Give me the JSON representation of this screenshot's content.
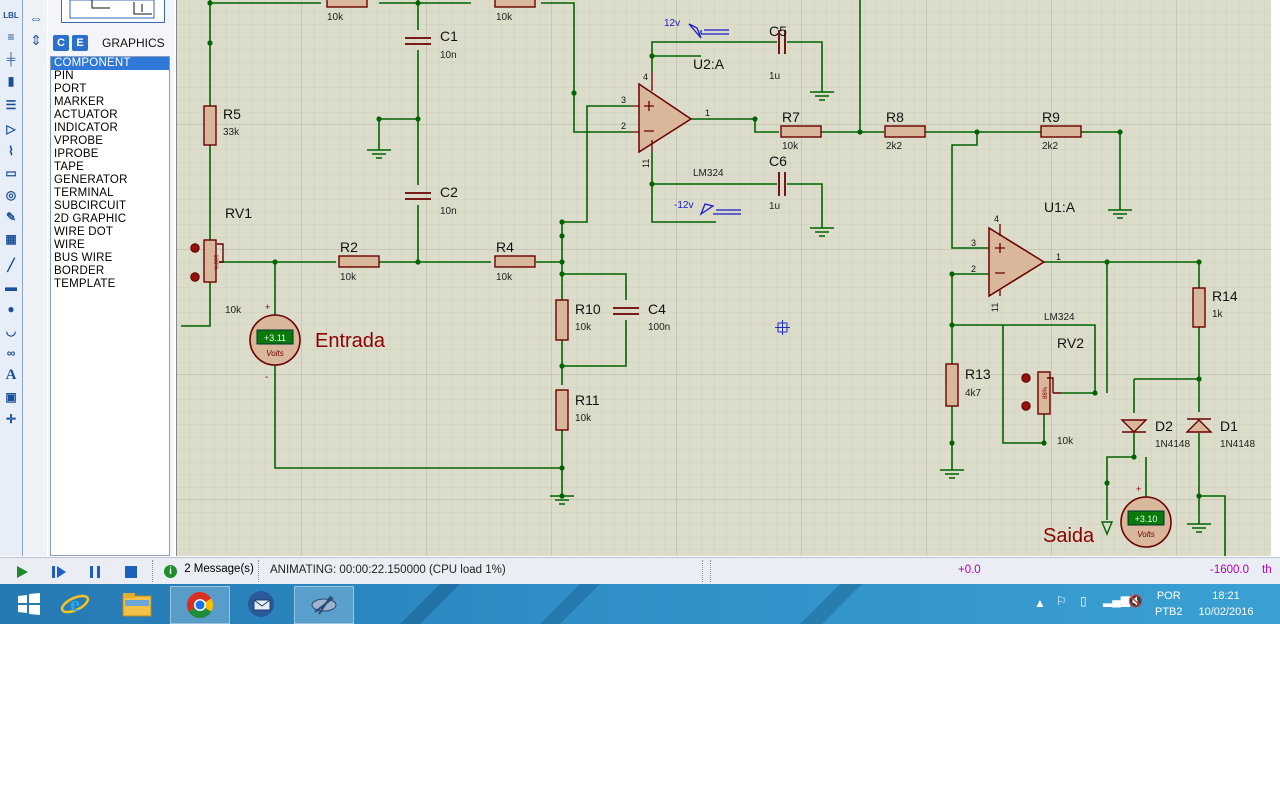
{
  "left_panel": {
    "tab_c": "C",
    "tab_e": "E",
    "title": "GRAPHICS",
    "modes": [
      "COMPONENT",
      "PIN",
      "PORT",
      "MARKER",
      "ACTUATOR",
      "INDICATOR",
      "VPROBE",
      "IPROBE",
      "TAPE",
      "GENERATOR",
      "TERMINAL",
      "SUBCIRCUIT",
      "2D GRAPHIC",
      "WIRE DOT",
      "WIRE",
      "BUS WIRE",
      "BORDER",
      "TEMPLATE"
    ],
    "selected": "COMPONENT",
    "toolbar_label": "LBL"
  },
  "schematic": {
    "top_resistor_left_value": "10k",
    "top_resistor_right_value": "10k",
    "c1": {
      "ref": "C1",
      "value": "10n"
    },
    "c2": {
      "ref": "C2",
      "value": "10n"
    },
    "r5": {
      "ref": "R5",
      "value": "33k"
    },
    "rv1": {
      "ref": "RV1",
      "value": "10k",
      "setting": "100%"
    },
    "r2": {
      "ref": "R2",
      "value": "10k"
    },
    "r4": {
      "ref": "R4",
      "value": "10k"
    },
    "r10": {
      "ref": "R10",
      "value": "10k"
    },
    "c4": {
      "ref": "C4",
      "value": "100n"
    },
    "r11": {
      "ref": "R11",
      "value": "10k"
    },
    "u2": {
      "ref": "U2:A",
      "part": "LM324",
      "pin_in_plus": "3",
      "pin_in_minus": "2",
      "pin_out": "1",
      "pin_vcc": "4",
      "pin_vee": "11"
    },
    "supply_pos": "12v",
    "supply_neg": "-12v",
    "c5": {
      "ref": "C5",
      "value": "1u"
    },
    "c6": {
      "ref": "C6",
      "value": "1u"
    },
    "r7": {
      "ref": "R7",
      "value": "10k"
    },
    "r8": {
      "ref": "R8",
      "value": "2k2"
    },
    "r9": {
      "ref": "R9",
      "value": "2k2"
    },
    "u1": {
      "ref": "U1:A",
      "part": "LM324",
      "pin_in_plus": "3",
      "pin_in_minus": "2",
      "pin_out": "1",
      "pin_vcc": "4",
      "pin_vee": "11"
    },
    "r14": {
      "ref": "R14",
      "value": "1k"
    },
    "rv2": {
      "ref": "RV2",
      "value": "10k",
      "setting": "88%"
    },
    "r13": {
      "ref": "R13",
      "value": "4k7"
    },
    "d1": {
      "ref": "D1",
      "value": "1N4148"
    },
    "d2": {
      "ref": "D2",
      "value": "1N4148"
    },
    "vm_in": {
      "reading": "+3.11",
      "unit": "Volts",
      "label": "Entrada"
    },
    "vm_out": {
      "reading": "+3.10",
      "unit": "Volts",
      "label": "Saida"
    },
    "plus_sign": "+",
    "minus_sign": "-"
  },
  "status": {
    "messages": "2 Message(s)",
    "animating": "ANIMATING: 00:00:22.150000 (CPU load 1%)",
    "coord_x": "+0.0",
    "coord_y": "-1600.0",
    "units": "th"
  },
  "taskbar": {
    "lang_top": "POR",
    "lang_bottom": "PTB2",
    "time": "18:21",
    "date": "10/02/2016"
  },
  "colors": {
    "canvas": "#dcdcca",
    "wire": "#006400",
    "component": "#8b0000",
    "probe": "#1a1acc",
    "taskbar": "#2f8fc6",
    "selection": "#2f78d8"
  }
}
